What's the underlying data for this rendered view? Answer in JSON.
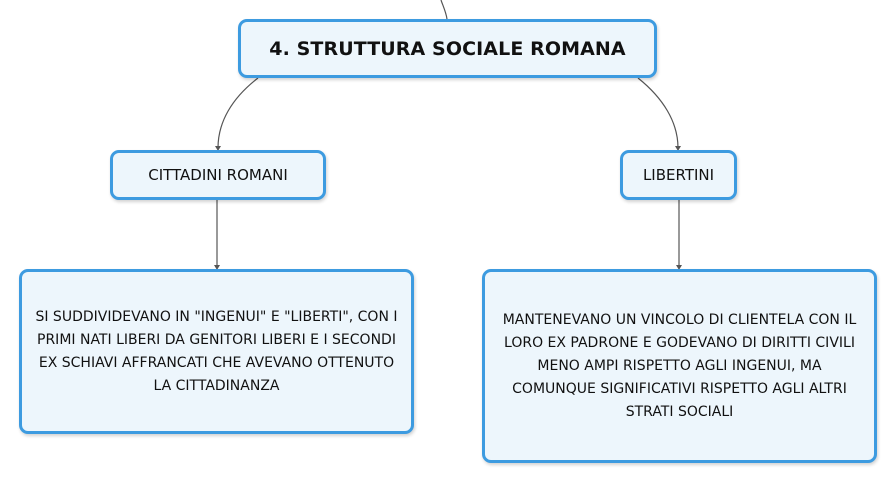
{
  "diagram": {
    "root": {
      "label": "4. STRUTTURA SOCIALE ROMANA"
    },
    "branches": [
      {
        "label": "CITTADINI ROMANI",
        "description": "SI SUDDIVIDEVANO IN \"INGENUI\" E \"LIBERTI\", CON I PRIMI NATI LIBERI DA GENITORI LIBERI E I SECONDI EX SCHIAVI AFFRANCATI CHE AVEVANO OTTENUTO LA CITTADINANZA"
      },
      {
        "label": "LIBERTINI",
        "description": "MANTENEVANO UN VINCOLO DI CLIENTELA CON IL LORO EX PADRONE E GODEVANO DI DIRITTI CIVILI MENO AMPI RISPETTO AGLI INGENUI, MA COMUNQUE SIGNIFICATIVI RISPETTO AGLI ALTRI STRATI SOCIALI"
      }
    ],
    "colors": {
      "node_border": "#3d9be0",
      "node_fill": "#edf6fc",
      "connector": "#555555"
    }
  }
}
